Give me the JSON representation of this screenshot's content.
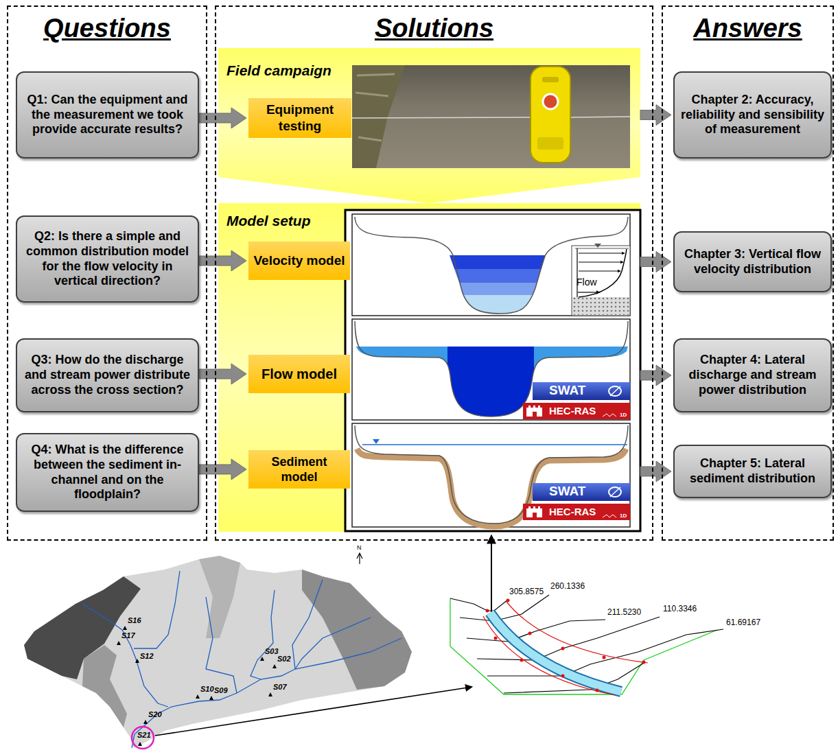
{
  "diagram": {
    "nodes": [
      {
        "text": [
          "Questions"
        ]
      },
      {
        "text": [
          "Q1: Can the equipment and the measurement we took provide accurate results?"
        ],
        "in": 0
      },
      {
        "text": [
          "Q2: Is there a simple and common distribution model for the flow velocity in vertical direction?"
        ],
        "in": 0
      },
      {
        "text": [
          "Q3: How do the discharge and stream power distribute across the cross section?"
        ],
        "in": 0
      },
      {
        "text": [
          "Q4: What is the difference between the sediment in-channel and on the floodplain?"
        ],
        "in": 0
      },
      {
        "text": [
          "Solutions"
        ]
      },
      {
        "text": [
          "Field campaign"
        ],
        "in": 5
      },
      {
        "text": [
          "Equipment testing"
        ],
        "in": 6
      },
      {
        "text": [
          "Model setup"
        ],
        "in": 5
      },
      {
        "text": [
          "Velocity model"
        ],
        "in": 8
      },
      {
        "text": [
          "Flow model"
        ],
        "in": 8
      },
      {
        "text": [
          "Sediment model"
        ],
        "in": 8
      },
      {
        "text": [
          "Answers"
        ]
      },
      {
        "text": [
          "Chapter 2: Accuracy, reliability and sensibility of measurement"
        ],
        "in": 12
      },
      {
        "text": [
          "Chapter 3: Vertical flow velocity distribution"
        ],
        "in": 12
      },
      {
        "text": [
          "Chapter 4: Lateral discharge and stream power distribution"
        ],
        "in": 12
      },
      {
        "text": [
          "Chapter 5: Lateral sediment distribution"
        ],
        "in": 12
      }
    ],
    "edges": [
      {
        "from": 1,
        "to": 7,
        "arrow": "to"
      },
      {
        "from": 2,
        "to": 9,
        "arrow": "to"
      },
      {
        "from": 3,
        "to": 10,
        "arrow": "to"
      },
      {
        "from": 4,
        "to": 11,
        "arrow": "to"
      },
      {
        "from": 6,
        "to": 13,
        "arrow": "to"
      },
      {
        "from": 8,
        "to": 14,
        "arrow": "to"
      },
      {
        "from": 8,
        "to": 15,
        "arrow": "to"
      },
      {
        "from": 8,
        "to": 16,
        "arrow": "to"
      }
    ],
    "labels": [
      "Flow",
      "SWAT",
      "HEC-RAS",
      "1D",
      "SWAT",
      "HEC-RAS",
      "1D",
      "N",
      "S16",
      "S17",
      "S12",
      "S03",
      "S02",
      "S10",
      "S09",
      "S07",
      "S20",
      "S21",
      "305.8575",
      "260.1336",
      "211.5230",
      "110.3346",
      "61.69167"
    ]
  }
}
